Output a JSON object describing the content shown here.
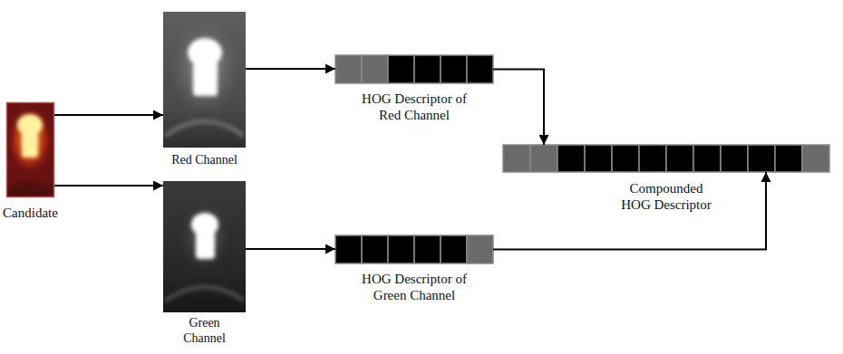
{
  "diagram": {
    "nodes": [
      {
        "text": [
          "Candidate"
        ]
      },
      {
        "text": [
          "Red Channel"
        ]
      },
      {
        "text": [
          "Green Channel"
        ]
      },
      {
        "text": [
          "HOG Descriptor of Red Channel"
        ]
      },
      {
        "text": [
          "HOG Descriptor of Green Channel"
        ]
      },
      {
        "text": [
          "Compounded HOG Descriptor"
        ]
      }
    ],
    "edges": [
      {
        "from": 0,
        "to": 1,
        "arrow": "to"
      },
      {
        "from": 0,
        "to": 2,
        "arrow": "to"
      },
      {
        "from": 1,
        "to": 3,
        "arrow": "to"
      },
      {
        "from": 2,
        "to": 4,
        "arrow": "to"
      },
      {
        "from": 3,
        "to": 5,
        "arrow": "to"
      },
      {
        "from": 4,
        "to": 5,
        "arrow": "to"
      }
    ]
  }
}
